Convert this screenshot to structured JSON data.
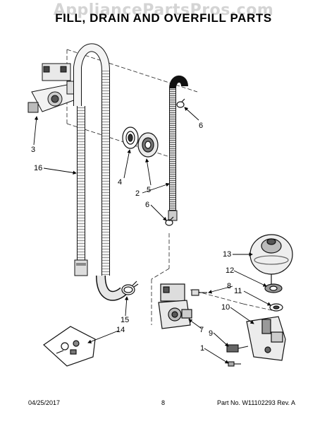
{
  "watermark": "AppliancePartsPros.com",
  "title": "FILL, DRAIN AND OVERFILL PARTS",
  "callouts": {
    "c1": "1",
    "c2": "2",
    "c3": "3",
    "c4": "4",
    "c5": "5",
    "c6a": "6",
    "c6b": "6",
    "c7": "7",
    "c8": "8",
    "c9": "9",
    "c10": "10",
    "c11": "11",
    "c12": "12",
    "c13": "13",
    "c14": "14",
    "c15": "15",
    "c16": "16"
  },
  "footer": {
    "date": "04/25/2017",
    "page": "8",
    "part_no": "Part No. W11102293 Rev. A"
  }
}
